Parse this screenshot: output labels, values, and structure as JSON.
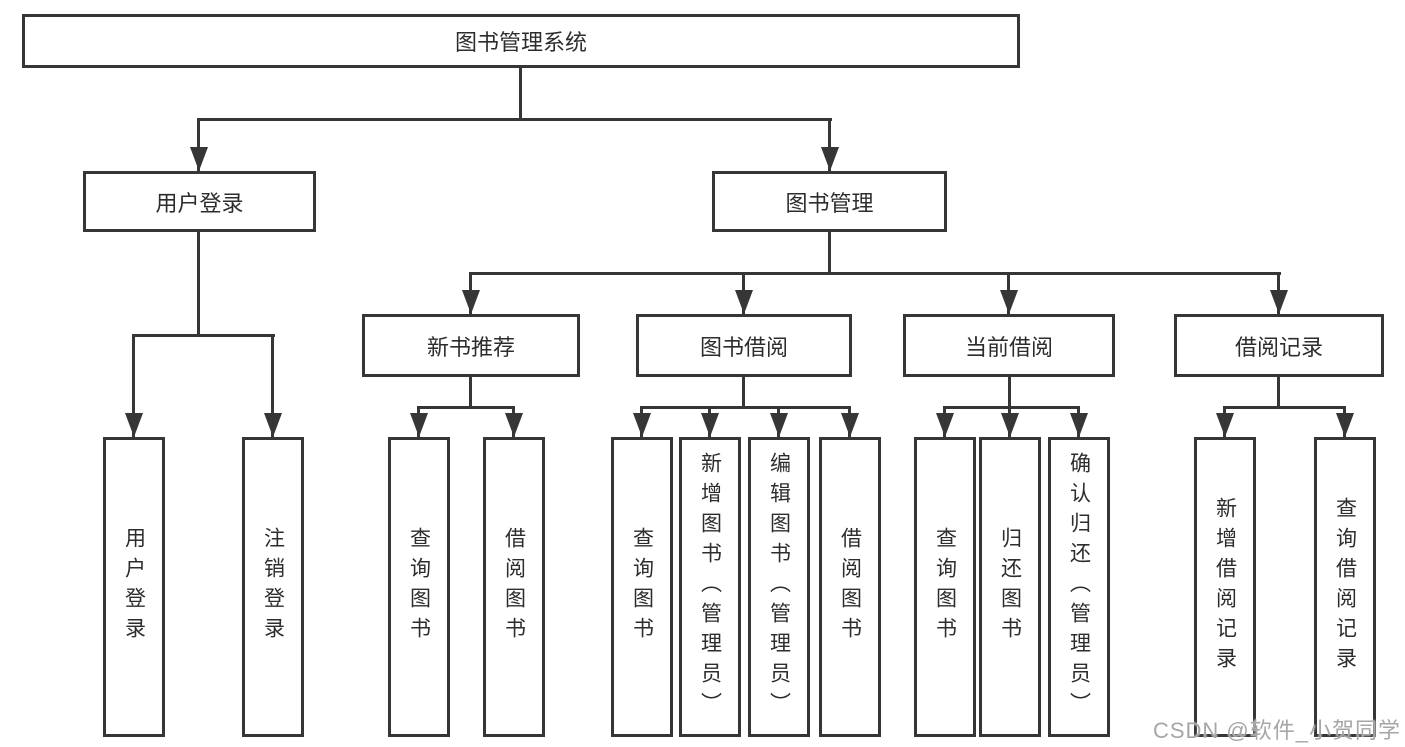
{
  "tree": {
    "root": {
      "label": "图书管理系统"
    },
    "branches": [
      {
        "label": "用户登录",
        "children": [
          {
            "label": "用户登录"
          },
          {
            "label": "注销登录"
          }
        ]
      },
      {
        "label": "图书管理",
        "children": [
          {
            "label": "新书推荐",
            "children": [
              {
                "label": "查询图书"
              },
              {
                "label": "借阅图书"
              }
            ]
          },
          {
            "label": "图书借阅",
            "children": [
              {
                "label": "查询图书"
              },
              {
                "label": "新增图书（管理员）"
              },
              {
                "label": "编辑图书（管理员）"
              },
              {
                "label": "借阅图书"
              }
            ]
          },
          {
            "label": "当前借阅",
            "children": [
              {
                "label": "查询图书"
              },
              {
                "label": "归还图书"
              },
              {
                "label": "确认归还（管理员）"
              }
            ]
          },
          {
            "label": "借阅记录",
            "children": [
              {
                "label": "新增借阅记录"
              },
              {
                "label": "查询借阅记录"
              }
            ]
          }
        ]
      }
    ]
  },
  "watermark": {
    "text": "CSDN @软件_小贺同学"
  },
  "colors": {
    "line": "#363636",
    "text": "#2d2d2d",
    "watermark": "#a6a6a6",
    "background": "#ffffff"
  }
}
